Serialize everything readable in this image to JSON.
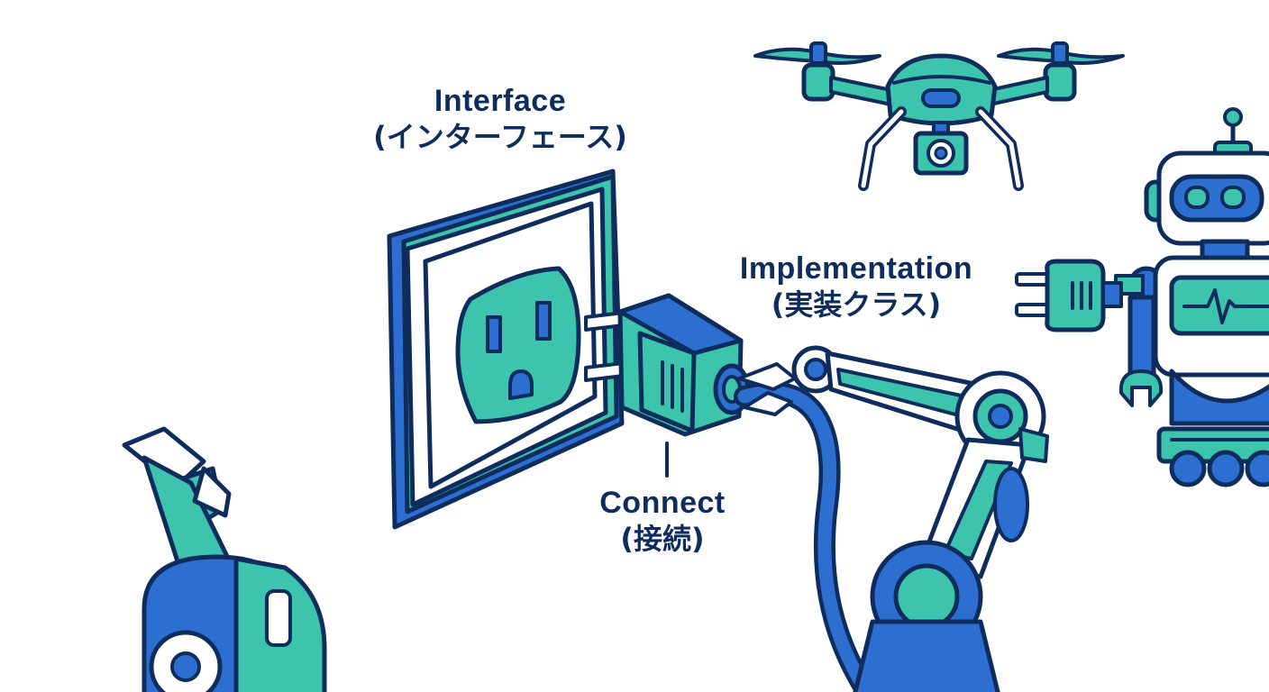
{
  "labels": {
    "interface": {
      "en": "Interface",
      "ja": "(インターフェース)"
    },
    "implementation": {
      "en": "Implementation",
      "ja": "(実装クラス)"
    },
    "connect": {
      "en": "Connect",
      "ja": "(接続)"
    }
  },
  "colors": {
    "outline": "#0f2d5c",
    "blue": "#2d6fd0",
    "teal": "#3cc4ad",
    "white": "#ffffff"
  },
  "icons": [
    "wall-socket-icon",
    "power-plug-icon",
    "drone-icon",
    "robot-icon",
    "robot-arm-icon",
    "robot-claw-icon",
    "waveform-icon"
  ]
}
